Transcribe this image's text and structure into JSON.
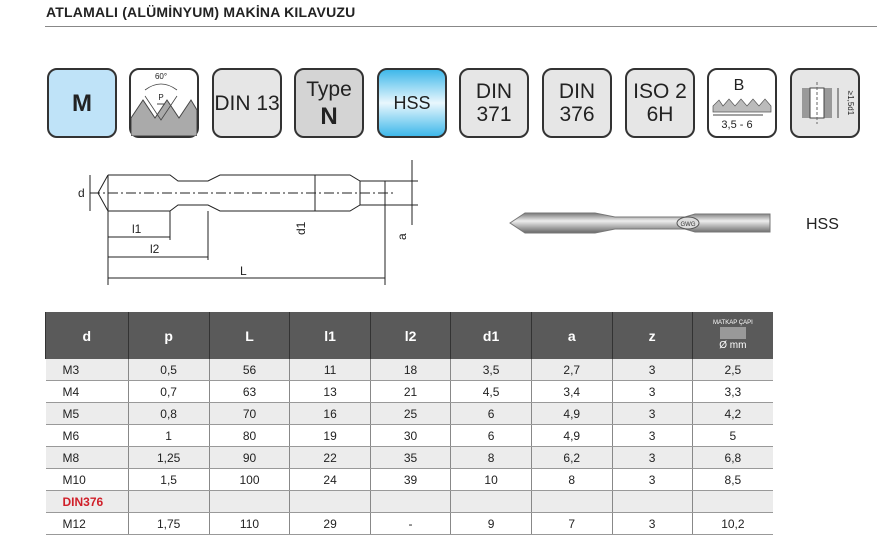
{
  "title": "ATLAMALI (ALÜMİNYUM) MAKİNA KILAVUZU",
  "icons": {
    "m": "M",
    "angle": "60°",
    "pitch": "P",
    "din13": "DIN 13",
    "type1": "Type",
    "type2": "N",
    "hss": "HSS",
    "din371a": "DIN",
    "din371b": "371",
    "din376a": "DIN",
    "din376b": "376",
    "iso1": "ISO 2",
    "iso2": "6H",
    "chamfer": "B",
    "chamfer_range": "3,5 - 6",
    "depth": "≥1,5d1"
  },
  "drawing": {
    "d": "d",
    "l1": "l1",
    "l2": "l2",
    "L": "L",
    "d1": "d1",
    "a": "a",
    "brand": "GWG"
  },
  "material": "HSS",
  "table": {
    "headers": [
      "d",
      "p",
      "L",
      "l1",
      "l2",
      "d1",
      "a",
      "z"
    ],
    "drill_header": {
      "top": "MATKAP ÇAPI",
      "unit": "Ø mm"
    },
    "rows": [
      [
        "M3",
        "0,5",
        "56",
        "11",
        "18",
        "3,5",
        "2,7",
        "3",
        "2,5"
      ],
      [
        "M4",
        "0,7",
        "63",
        "13",
        "21",
        "4,5",
        "3,4",
        "3",
        "3,3"
      ],
      [
        "M5",
        "0,8",
        "70",
        "16",
        "25",
        "6",
        "4,9",
        "3",
        "4,2"
      ],
      [
        "M6",
        "1",
        "80",
        "19",
        "30",
        "6",
        "4,9",
        "3",
        "5"
      ],
      [
        "M8",
        "1,25",
        "90",
        "22",
        "35",
        "8",
        "6,2",
        "3",
        "6,8"
      ],
      [
        "M10",
        "1,5",
        "100",
        "24",
        "39",
        "10",
        "8",
        "3",
        "8,5"
      ]
    ],
    "section": "DIN376",
    "rows2": [
      [
        "M12",
        "1,75",
        "110",
        "29",
        "-",
        "9",
        "7",
        "3",
        "10,2"
      ]
    ]
  },
  "colors": {
    "header": "#5a5a5a",
    "accent": "#d0202a",
    "blue": "#bfe3f8"
  }
}
